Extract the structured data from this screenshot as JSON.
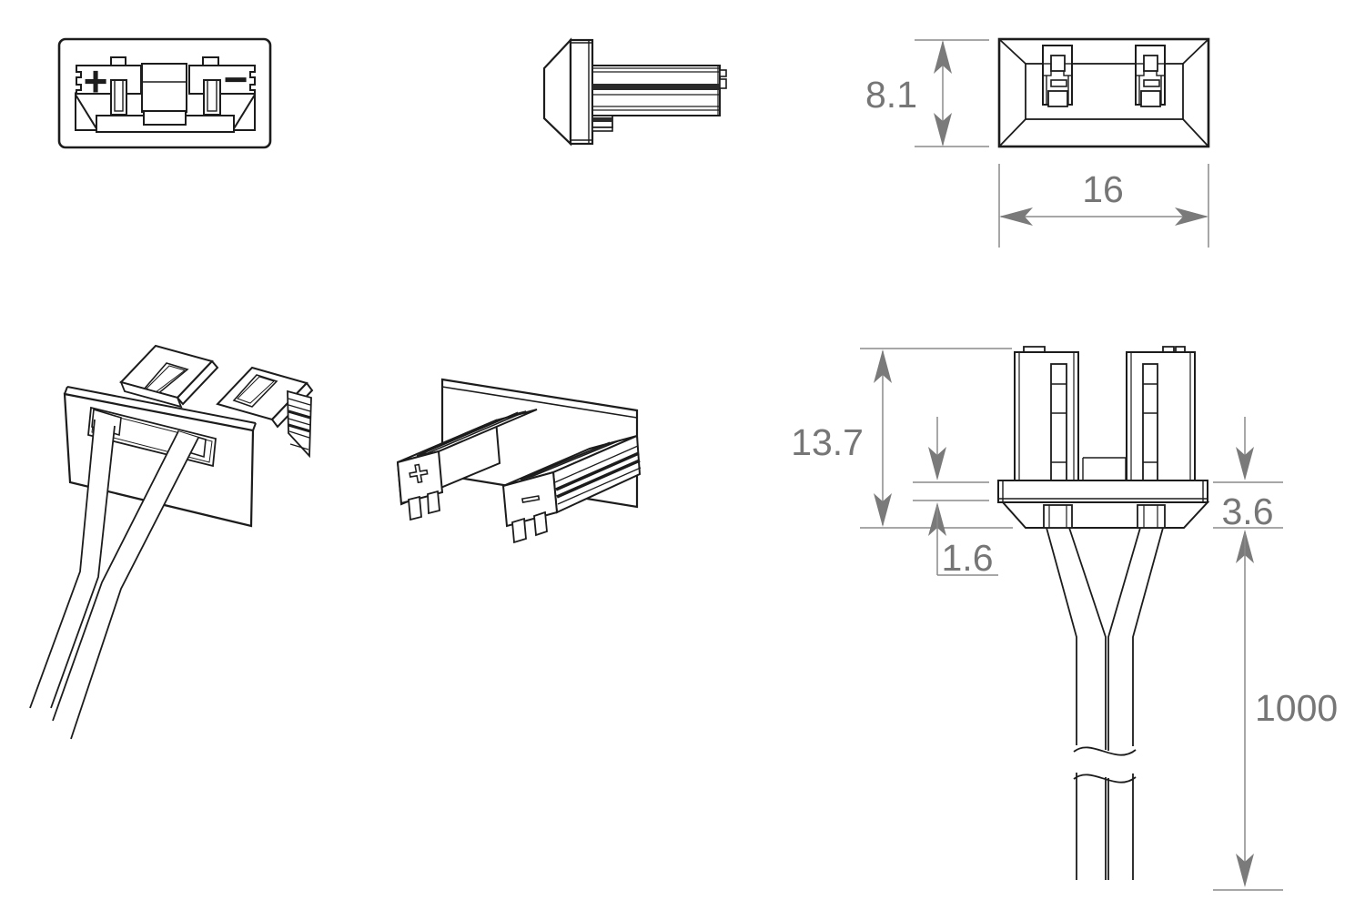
{
  "colors": {
    "background": "#ffffff",
    "line": "#1c1c1c",
    "dimension": "#767676"
  },
  "symbols": {
    "plus": "+",
    "minus": "−"
  },
  "dimensions": {
    "rear_height_mm": "8.1",
    "rear_width_mm": "16",
    "front_height_mm": "13.7",
    "plate_thickness_mm": "1.6",
    "base_height_mm": "3.6",
    "wire_length_mm": "1000"
  }
}
